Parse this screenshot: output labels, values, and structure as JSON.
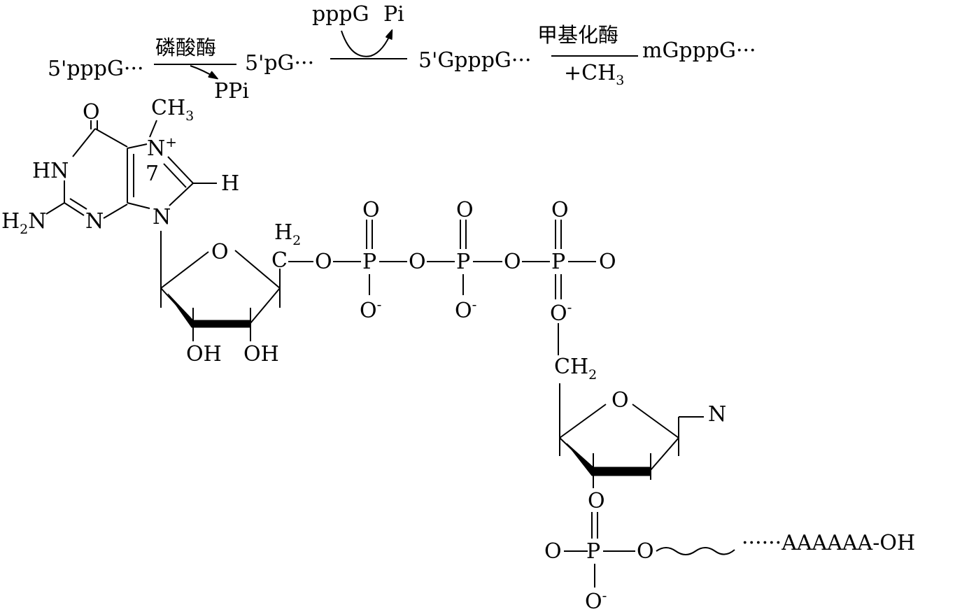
{
  "reaction": {
    "substrate": "5'pppG···",
    "enzyme1": "磷酸酶",
    "byproduct1": "PPi",
    "intermediate": "5'pG···",
    "donor": "pppG",
    "byproduct2": "Pi",
    "capped": "5'GpppG···",
    "enzyme2": "甲基化酶",
    "methyl_group": "+CH",
    "methyl_sub": "3",
    "product": "mGpppG···"
  },
  "structure": {
    "guanine": {
      "carbonyl_o": "O",
      "methyl": "CH",
      "methyl_sub": "3",
      "n7": "N",
      "n7_charge": "+",
      "position_label": "7",
      "hn": "HN",
      "h": "H",
      "amino": "H",
      "amino_sub": "2",
      "amino_n": "N",
      "ring_n": "N",
      "n9": "N"
    },
    "ribose1": {
      "ring_o": "O",
      "c5": "C",
      "c5_h": "H",
      "c5_h_sub": "2",
      "oh_2": "OH",
      "oh_3": "OH"
    },
    "triphosphate": {
      "bridge_o1": "O",
      "p1": "P",
      "p1_top_o": "O",
      "p1_bottom_o": "O",
      "p1_bottom_charge": "-",
      "bridge_o2": "O",
      "p2": "P",
      "p2_top_o": "O",
      "p2_bottom_o": "O",
      "p2_bottom_charge": "-",
      "bridge_o3": "O",
      "p3": "P",
      "p3_top_o": "O",
      "p3_right_o": "O",
      "p3_bottom_o": "O",
      "p3_bottom_charge": "-"
    },
    "ribose2": {
      "ch2": "CH",
      "ch2_sub": "2",
      "ring_o": "O",
      "base_n": "N"
    },
    "phosphate": {
      "top_o": "O",
      "p": "P",
      "left_o": "O",
      "right_o": "O",
      "bottom_o": "O",
      "bottom_charge": "-"
    },
    "poly_a_tail": "······AAAAAA-OH"
  }
}
